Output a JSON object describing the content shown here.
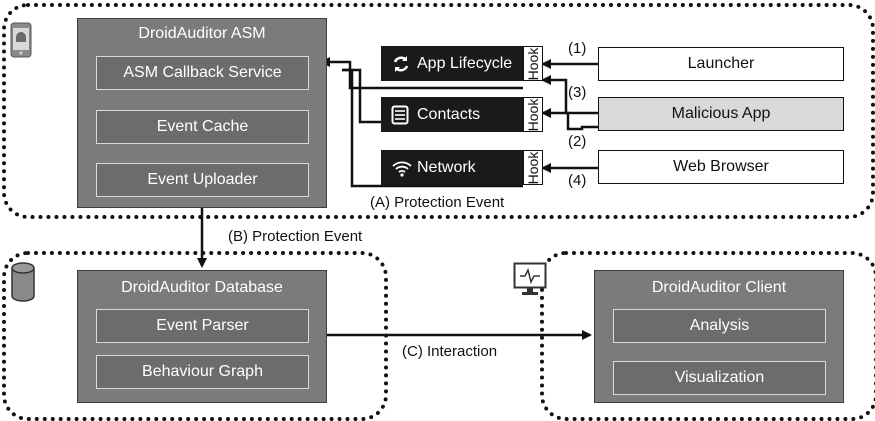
{
  "asm": {
    "title": "DroidAuditor ASM",
    "items": [
      "ASM Callback Service",
      "Event Cache",
      "Event Uploader"
    ]
  },
  "services": [
    {
      "label": "App Lifecycle",
      "icon": "refresh-icon",
      "hook": "Hook"
    },
    {
      "label": "Contacts",
      "icon": "contacts-list-icon",
      "hook": "Hook"
    },
    {
      "label": "Network",
      "icon": "wifi-icon",
      "hook": "Hook"
    }
  ],
  "apps": [
    {
      "label": "Launcher",
      "highlight": false
    },
    {
      "label": "Malicious App",
      "highlight": true
    },
    {
      "label": "Web Browser",
      "highlight": false
    }
  ],
  "step_labels": [
    "(1)",
    "(3)",
    "(2)",
    "(4)"
  ],
  "edges": {
    "a": "(A) Protection Event",
    "b": "(B) Protection Event",
    "c": "(C) Interaction"
  },
  "database": {
    "title": "DroidAuditor Database",
    "items": [
      "Event Parser",
      "Behaviour Graph"
    ]
  },
  "client": {
    "title": "DroidAuditor Client",
    "items": [
      "Analysis",
      "Visualization"
    ]
  },
  "colors": {
    "panel": "#7b7b7b",
    "inner": "#6c6c6c",
    "dark": "#1a1a1a",
    "highlight": "#d9d9d9"
  }
}
